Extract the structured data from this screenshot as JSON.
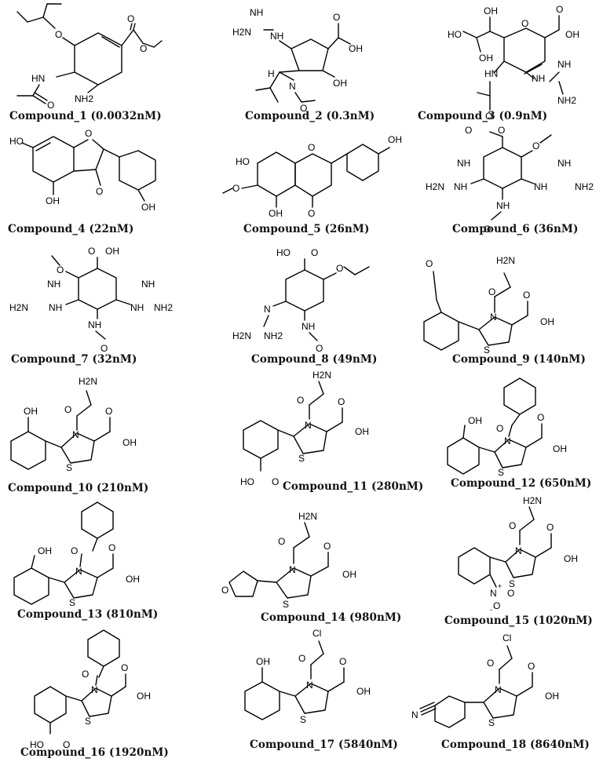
{
  "compounds": [
    {
      "name": "Compound_1",
      "value": "(0.0032nM)"
    },
    {
      "name": "Compound_2",
      "value": "(0.3nM)"
    },
    {
      "name": "Compound_3",
      "value": "(0.9nM)"
    },
    {
      "name": "Compound_4",
      "value": "(22nM)"
    },
    {
      "name": "Compound_5",
      "value": "(26nM)"
    },
    {
      "name": "Compound_6",
      "value": "(36nM)"
    },
    {
      "name": "Compound_7",
      "value": "(32nM)"
    },
    {
      "name": "Compound_8",
      "value": "(49nM)"
    },
    {
      "name": "Compound_9",
      "value": "(140nM)"
    },
    {
      "name": "Compound_10",
      "value": "(210nM)"
    },
    {
      "name": "Compound_11",
      "value": "(280nM)"
    },
    {
      "name": "Compound_12",
      "value": "(650nM)"
    },
    {
      "name": "Compound_13",
      "value": "(810nM)"
    },
    {
      "name": "Compound_14",
      "value": "(980nM)"
    },
    {
      "name": "Compound_15",
      "value": "(1020nM)"
    },
    {
      "name": "Compound_16",
      "value": "(1920nM)"
    },
    {
      "name": "Compound_17",
      "value": "(5840nM)"
    },
    {
      "name": "Compound_18",
      "value": "(8640nM)"
    }
  ],
  "atom_labels": {
    "nh2": "NH2",
    "nh": "NH",
    "hn": "HN",
    "h2n": "H2N",
    "oh": "OH",
    "ho": "HO",
    "o": "O",
    "n": "N",
    "s": "S",
    "cl": "Cl",
    "h": "H",
    "nitro_n": "N",
    "nitrile_n": "N",
    "plus": "+",
    "minus": "-"
  }
}
